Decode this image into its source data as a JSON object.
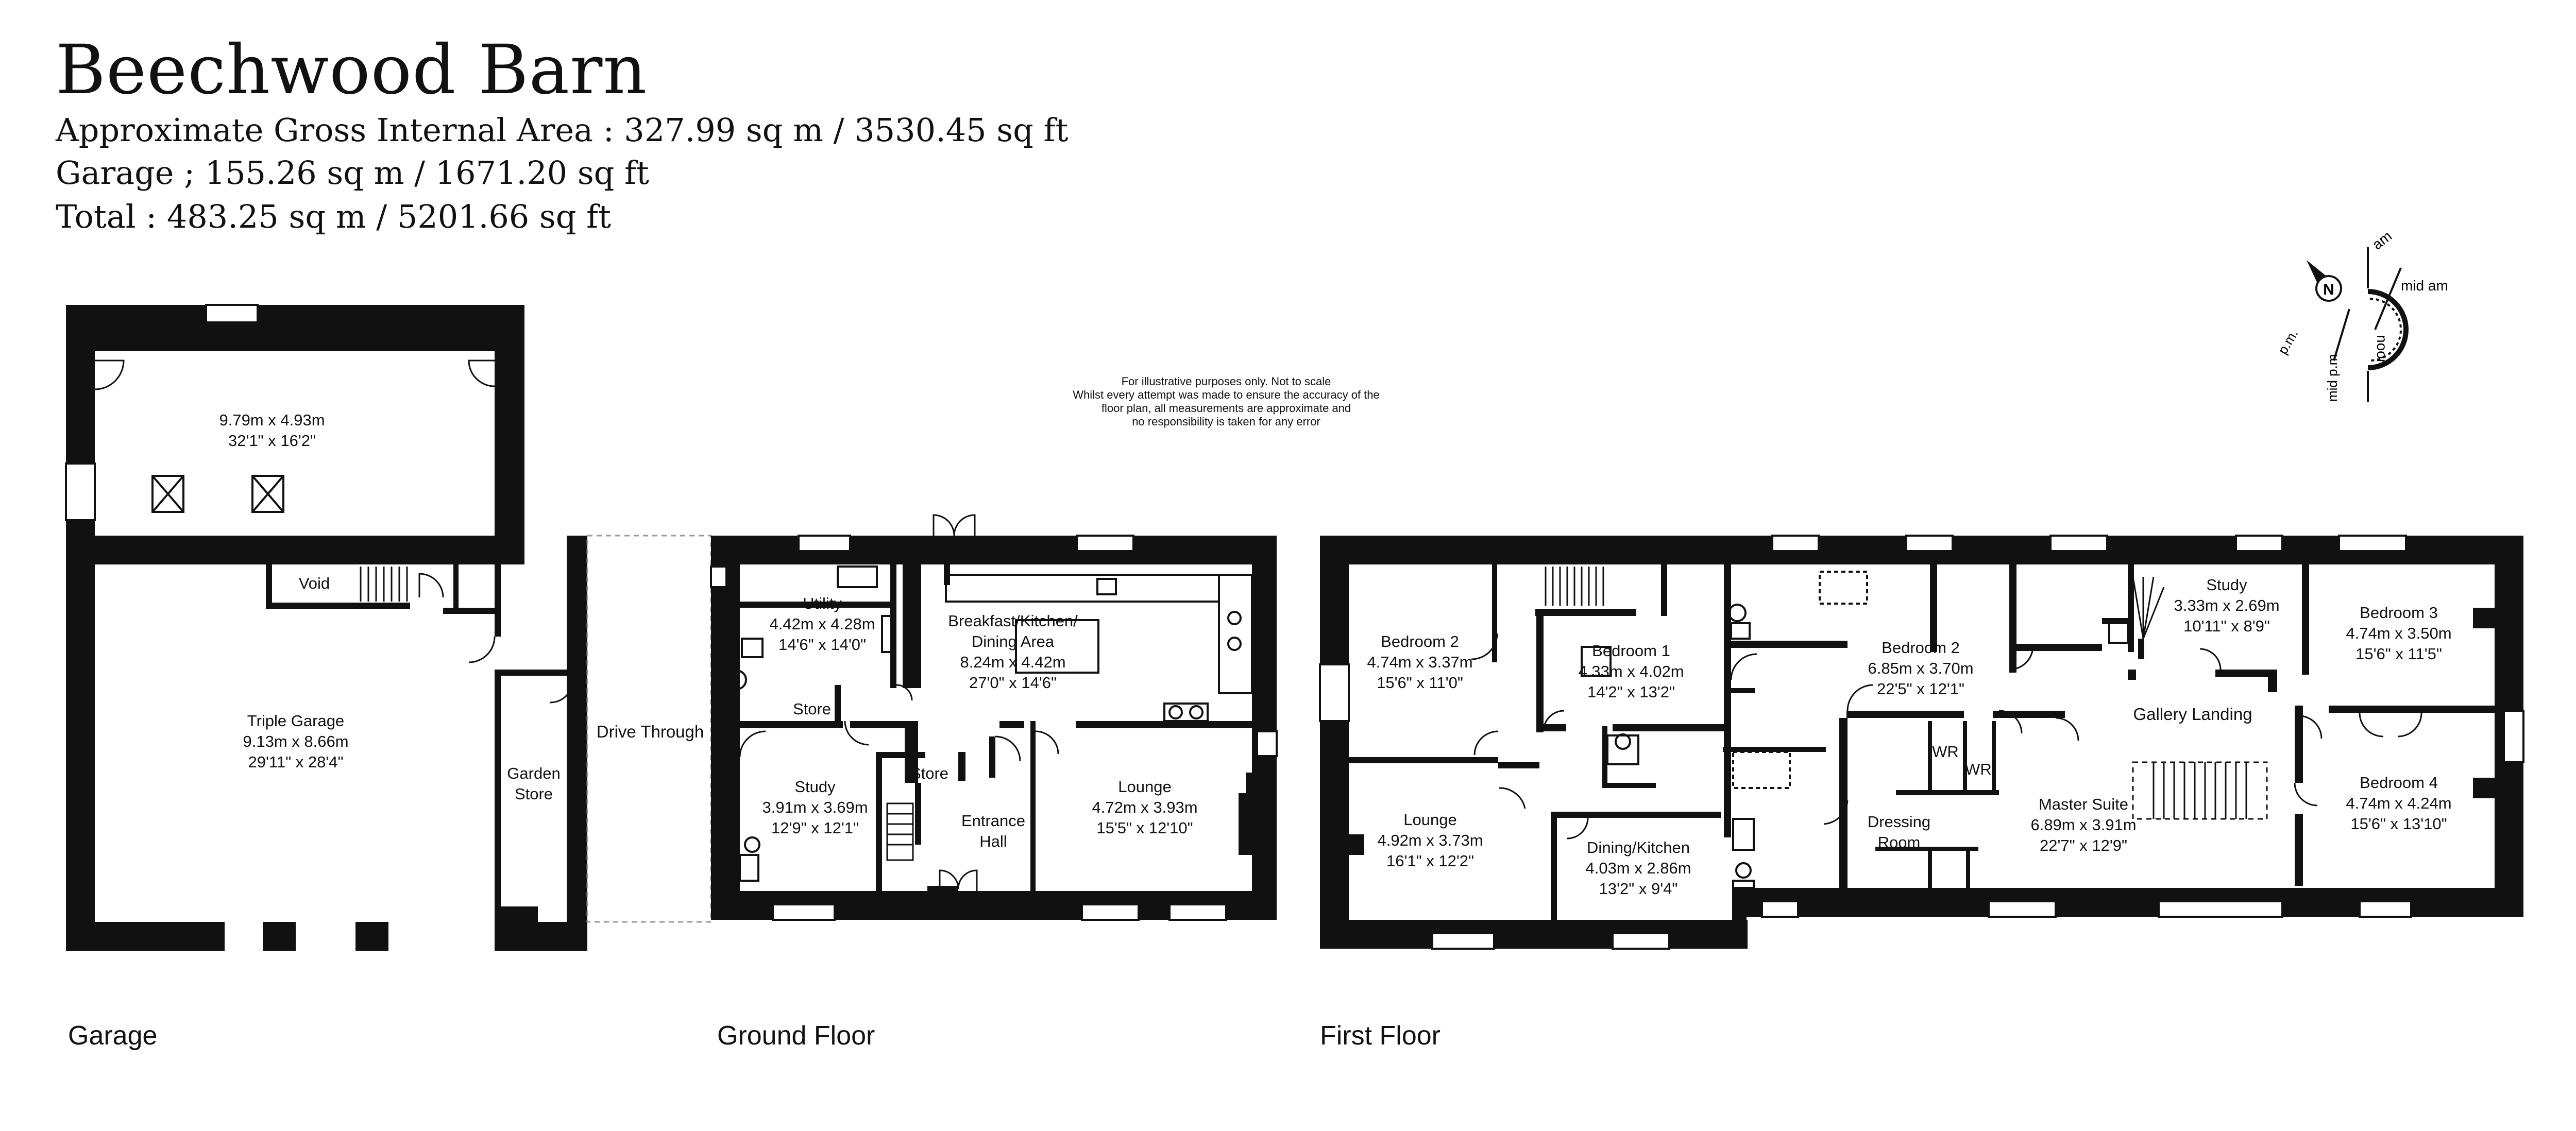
{
  "header": {
    "title": "Beechwood Barn",
    "gross_area": "Approximate Gross Internal Area : 327.99 sq m / 3530.45 sq ft",
    "garage_area": "Garage ; 155.26 sq m / 1671.20 sq ft",
    "total_area": "Total : 483.25 sq m / 5201.66 sq ft"
  },
  "disclaimer": {
    "line1": "For illustrative purposes only. Not to scale",
    "line2": "Whilst every attempt was made to ensure the accuracy of the",
    "line3": "floor plan, all measurements are approximate and",
    "line4": "no responsibility is taken for any error"
  },
  "compass": {
    "north": "N",
    "am": "am",
    "mid_am": "mid am",
    "noon": "noon",
    "mid_pm": "mid p.m.",
    "pm": "p.m."
  },
  "floors": {
    "garage": "Garage",
    "ground": "Ground Floor",
    "first": "First Floor"
  },
  "rooms": {
    "garage_upper": {
      "name": "",
      "metric": "9.79m x 4.93m",
      "imperial": "32'1\" x 16'2\""
    },
    "void": {
      "name": "Void"
    },
    "triple_garage": {
      "name": "Triple Garage",
      "metric": "9.13m x 8.66m",
      "imperial": "29'11\" x 28'4\""
    },
    "garden_store": {
      "line1": "Garden",
      "line2": "Store"
    },
    "drive_through": {
      "name": "Drive Through"
    },
    "utility": {
      "name": "Utility",
      "metric": "4.42m x 4.28m",
      "imperial": "14'6\" x 14'0\""
    },
    "store_utility": {
      "name": "Store"
    },
    "breakfast": {
      "line1": "Breakfast/Kitchen/",
      "line2": "Dining Area",
      "metric": "8.24m x 4.42m",
      "imperial": "27'0\" x 14'6\""
    },
    "study_ground": {
      "name": "Study",
      "metric": "3.91m x 3.69m",
      "imperial": "12'9\" x 12'1\""
    },
    "store_hall": {
      "name": "Store"
    },
    "entrance_hall": {
      "line1": "Entrance",
      "line2": "Hall"
    },
    "lounge_ground": {
      "name": "Lounge",
      "metric": "4.72m x 3.93m",
      "imperial": "15'5\" x 12'10\""
    },
    "bedroom2_west": {
      "name": "Bedroom 2",
      "metric": "4.74m x 3.37m",
      "imperial": "15'6\" x 11'0\""
    },
    "bedroom1": {
      "name": "Bedroom 1",
      "metric": "4.33m x 4.02m",
      "imperial": "14'2\" x 13'2\""
    },
    "lounge_first": {
      "name": "Lounge",
      "metric": "4.92m x 3.73m",
      "imperial": "16'1\" x 12'2\""
    },
    "dining_kitchen": {
      "name": "Dining/Kitchen",
      "metric": "4.03m x 2.86m",
      "imperial": "13'2\" x 9'4\""
    },
    "bedroom2_east": {
      "name": "Bedroom 2",
      "metric": "6.85m x 3.70m",
      "imperial": "22'5\" x 12'1\""
    },
    "wr1": {
      "name": "WR"
    },
    "wr2": {
      "name": "WR"
    },
    "dressing_room": {
      "line1": "Dressing",
      "line2": "Room"
    },
    "master_suite": {
      "name": "Master Suite",
      "metric": "6.89m x 3.91m",
      "imperial": "22'7\" x 12'9\""
    },
    "study_first": {
      "name": "Study",
      "metric": "3.33m x 2.69m",
      "imperial": "10'11\" x 8'9\""
    },
    "gallery_landing": {
      "name": "Gallery Landing"
    },
    "bedroom3": {
      "name": "Bedroom 3",
      "metric": "4.74m x 3.50m",
      "imperial": "15'6\" x 11'5\""
    },
    "bedroom4": {
      "name": "Bedroom 4",
      "metric": "4.74m x 4.24m",
      "imperial": "15'6\" x 13'10\""
    }
  }
}
